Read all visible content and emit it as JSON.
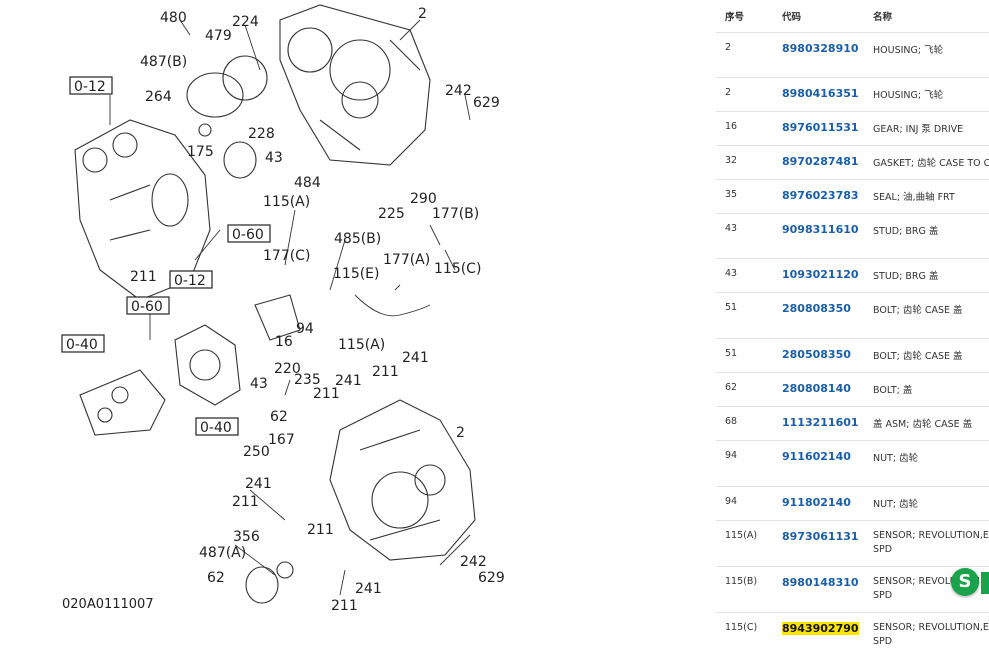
{
  "diagram": {
    "code": "020A0111007",
    "boxes": [
      "0-12",
      "0-60",
      "0-12",
      "0-60",
      "0-40",
      "0-40"
    ],
    "callouts": [
      "480",
      "224",
      "2",
      "479",
      "487(B)",
      "264",
      "228",
      "175",
      "43",
      "484",
      "115(A)",
      "225",
      "290",
      "177(B)",
      "242",
      "629",
      "0-12",
      "0-60",
      "211",
      "177(C)",
      "485(B)",
      "115(E)",
      "177(A)",
      "115(C)",
      "0-12",
      "0-60",
      "94",
      "16",
      "115(A)",
      "241",
      "220",
      "235",
      "241",
      "211",
      "43",
      "211",
      "62",
      "167",
      "250",
      "2",
      "241",
      "211",
      "356",
      "487(A)",
      "211",
      "62",
      "242",
      "629",
      "211",
      "241",
      "0-40",
      "0-40"
    ]
  },
  "table": {
    "headers": {
      "seq": "序号",
      "code": "代码",
      "name": "名称"
    },
    "rows": [
      {
        "seq": "2",
        "code": "8980328910",
        "name": "HOUSING; 飞轮",
        "hl": false
      },
      {
        "seq": "2",
        "code": "8980416351",
        "name": "HOUSING; 飞轮",
        "hl": false
      },
      {
        "seq": "16",
        "code": "8976011531",
        "name": "GEAR; INJ 泵 DRIVE",
        "hl": false
      },
      {
        "seq": "32",
        "code": "8970287481",
        "name": "GASKET; 齿轮 CASE TO C/BL",
        "hl": false
      },
      {
        "seq": "35",
        "code": "8976023783",
        "name": "SEAL; 油,曲轴 FRT",
        "hl": false
      },
      {
        "seq": "43",
        "code": "9098311610",
        "name": "STUD; BRG 盖",
        "hl": false
      },
      {
        "seq": "43",
        "code": "1093021120",
        "name": "STUD; BRG 盖",
        "hl": false
      },
      {
        "seq": "51",
        "code": "280808350",
        "name": "BOLT; 齿轮 CASE 盖",
        "hl": false
      },
      {
        "seq": "51",
        "code": "280508350",
        "name": "BOLT; 齿轮 CASE 盖",
        "hl": false
      },
      {
        "seq": "62",
        "code": "280808140",
        "name": "BOLT; 盖",
        "hl": false
      },
      {
        "seq": "68",
        "code": "1113211601",
        "name": "盖 ASM; 齿轮 CASE 盖",
        "hl": false
      },
      {
        "seq": "94",
        "code": "911602140",
        "name": "NUT; 齿轮",
        "hl": false
      },
      {
        "seq": "94",
        "code": "911802140",
        "name": "NUT; 齿轮",
        "hl": false
      },
      {
        "seq": "115(A)",
        "code": "8973061131",
        "name": "SENSOR; REVOLUTION,ENG",
        "name2": "SPD",
        "hl": false
      },
      {
        "seq": "115(B)",
        "code": "8980148310",
        "name": "SENSOR; REVOLUTION",
        "name2": "SPD",
        "hl": false
      },
      {
        "seq": "115(C)",
        "code": "8943902790",
        "name": "SENSOR; REVOLUTION,ENG",
        "name2": "SPD",
        "hl": true
      }
    ]
  },
  "float_icon": {
    "label": "S",
    "icon": "sogou-s-icon",
    "color": "#1aa34a"
  }
}
